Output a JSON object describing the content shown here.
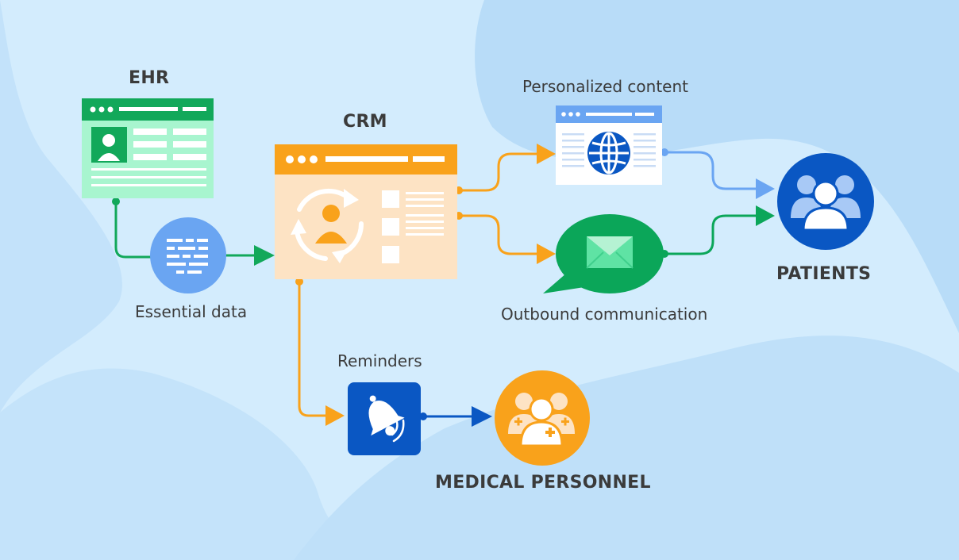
{
  "labels": {
    "ehr": "EHR",
    "crm": "CRM",
    "essential_data": "Essential data",
    "personalized_content": "Personalized content",
    "outbound_communication": "Outbound communication",
    "reminders": "Reminders",
    "patients": "PATIENTS",
    "medical_personnel": "MEDICAL PERSONNEL"
  },
  "icons": {
    "ehr": "ehr-window-icon",
    "crm": "crm-window-icon",
    "essential_data": "data-lines-icon",
    "personalized_content": "globe-window-icon",
    "outbound_communication": "envelope-speech-bubble-icon",
    "reminders": "bell-icon",
    "patients": "patients-group-icon",
    "medical_personnel": "medical-staff-icon"
  },
  "colors": {
    "background": "#d3ecfd",
    "ehr_green": "#12a85a",
    "ehr_light": "#a8f5cf",
    "crm_orange": "#f9a21b",
    "crm_light": "#fde3c4",
    "blue_dark": "#0a57c3",
    "blue_light": "#6aa5f2",
    "green_bubble": "#0ba659"
  }
}
